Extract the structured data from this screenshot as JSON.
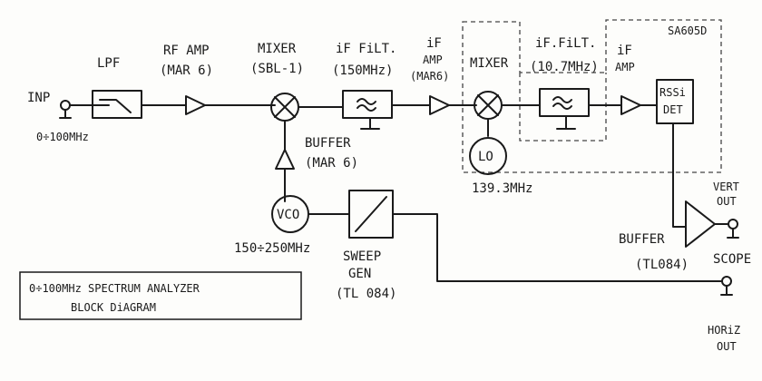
{
  "labels": {
    "lpf": "LPF",
    "rf_amp_1": "RF AMP",
    "rf_amp_2": "(MAR 6)",
    "mixer1_1": "MIXER",
    "mixer1_2": "(SBL-1)",
    "iffilt1_1": "iF FiLT.",
    "iffilt1_2": "(150MHz)",
    "ifamp1_1": "iF",
    "ifamp1_2": "AMP",
    "ifamp1_3": "(MAR6)",
    "mixer2": "MIXER",
    "iffilt2_1": "iF.FiLT.",
    "iffilt2_2": "(10.7MHz)",
    "ifamp2_1": "iF",
    "ifamp2_2": "AMP",
    "sa605d": "SA605D",
    "inp": "INP",
    "inp_range": "0÷100MHz",
    "buffer1_1": "BUFFER",
    "buffer1_2": "(MAR 6)",
    "lo": "LO",
    "lo_freq": "139.3MHz",
    "rssi_1": "RSSi",
    "rssi_2": "DET",
    "vco": "VCO",
    "vco_range": "150÷250MHz",
    "sweep_1": "SWEEP",
    "sweep_2": "GEN",
    "sweep_3": "(TL 084)",
    "buffer2": "BUFFER",
    "buffer2_chip": "(TL084)",
    "vert_1": "VERT",
    "vert_2": "OUT",
    "scope": "SCOPE",
    "horiz_1": "HORiZ",
    "horiz_2": "OUT",
    "title_1": "0÷100MHz SPECTRUM ANALYZER",
    "title_2": "BLOCK DiAGRAM"
  }
}
